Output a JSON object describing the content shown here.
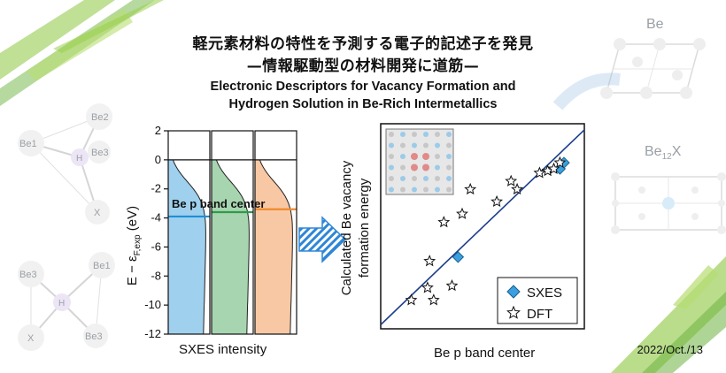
{
  "banner": {
    "title_jp_line1": "軽元素材料の特性を予測する電子的記述子を発見",
    "title_jp_line2": "—情報駆動型の材料開発に道筋—",
    "title_en_line1": "Electronic Descriptors for Vacancy Formation and",
    "title_en_line2": "Hydrogen Solution in Be-Rich Intermetallics",
    "date": "2022/Oct./13"
  },
  "background_labels": {
    "be_cluster_top": [
      "Be2",
      "Be1",
      "H",
      "Be3",
      "X"
    ],
    "be_cluster_bottom": [
      "Be1",
      "Be3",
      "H",
      "X",
      "Be3"
    ],
    "crystal_be": "Be",
    "crystal_be12x": "Be",
    "crystal_be12x_sub": "12",
    "crystal_be12x_suffix": "X"
  },
  "chart_data": [
    {
      "type": "area",
      "xlabel": "SXES intensity",
      "ylabel": "E − εF,exp (eV)",
      "ylim": [
        -12,
        2
      ],
      "yticks": [
        2,
        0,
        -2,
        -4,
        -6,
        -8,
        -10,
        -12
      ],
      "annotation": "Be p band center",
      "panels": [
        {
          "color": "#9fd0ee",
          "line": "#1f8fd6",
          "band_center": -3.9
        },
        {
          "color": "#a7d5b0",
          "line": "#2f9a47",
          "band_center": -3.6
        },
        {
          "color": "#f8c8a4",
          "line": "#ef8a2b",
          "band_center": -3.4
        }
      ]
    },
    {
      "type": "scatter",
      "xlabel": "Be p band center",
      "ylabel_line1": "Calculated Be vacancy",
      "ylabel_line2": "formation energy",
      "legend": [
        "SXES",
        "DFT"
      ],
      "legend_position": "bottom-right",
      "series": [
        {
          "name": "SXES",
          "marker": "diamond",
          "color": "#3aa0e0",
          "points": [
            [
              0.38,
              0.35
            ],
            [
              0.88,
              0.78
            ],
            [
              0.9,
              0.81
            ]
          ]
        },
        {
          "name": "DFT",
          "marker": "star",
          "color": "#ffffff",
          "points": [
            [
              0.15,
              0.14
            ],
            [
              0.23,
              0.2
            ],
            [
              0.26,
              0.14
            ],
            [
              0.24,
              0.33
            ],
            [
              0.35,
              0.21
            ],
            [
              0.31,
              0.52
            ],
            [
              0.4,
              0.56
            ],
            [
              0.44,
              0.68
            ],
            [
              0.57,
              0.62
            ],
            [
              0.64,
              0.72
            ],
            [
              0.67,
              0.68
            ],
            [
              0.78,
              0.76
            ],
            [
              0.82,
              0.77
            ],
            [
              0.85,
              0.78
            ],
            [
              0.88,
              0.81
            ]
          ]
        }
      ],
      "fit_line": [
        [
          0.0,
          0.02
        ],
        [
          1.0,
          0.97
        ]
      ]
    }
  ]
}
